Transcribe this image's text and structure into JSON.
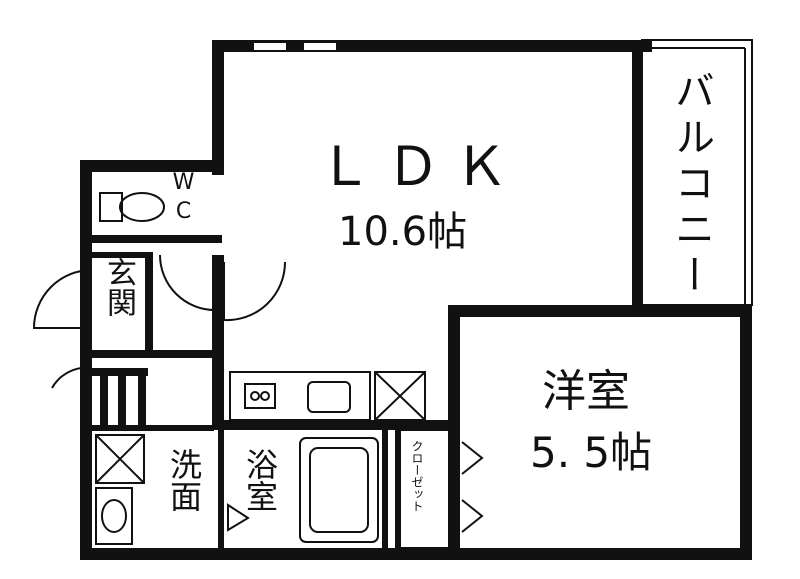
{
  "rooms": {
    "ldk": {
      "name": "ＬＤＫ",
      "area": "10.6帖"
    },
    "wc": "WC",
    "genkan": "玄関",
    "balcony": "バルコニー",
    "western": {
      "name": "洋室",
      "area": "5. 5帖"
    },
    "washroom": "洗面",
    "bathroom": "浴室",
    "closet": "クローゼット"
  }
}
